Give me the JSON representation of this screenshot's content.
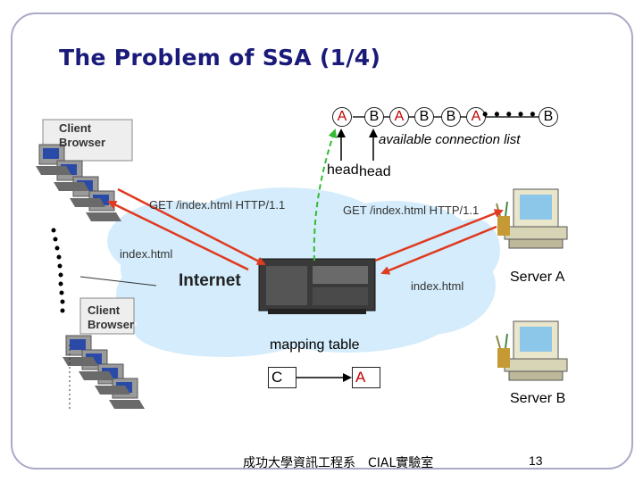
{
  "slide": {
    "title": "The Problem of SSA (1/4)",
    "footer_text": "成功大學資訊工程系　CIAL實驗室",
    "page_number": "13"
  },
  "connection_list": {
    "items": [
      "A",
      "B",
      "A",
      "B",
      "B",
      "A",
      "B"
    ],
    "ellipsis": "• • • • •",
    "caption": "available connection list",
    "head_label_1": "head",
    "head_label_2": "head"
  },
  "messages": {
    "client_request": "GET /index.html HTTP/1.1",
    "server_request": "GET /index.html HTTP/1.1",
    "client_response": "index.html",
    "server_response": "index.html"
  },
  "network": {
    "internet_label": "Internet",
    "client_label_top": "Client Browser",
    "client_label_bottom": "Client Browser"
  },
  "servers": {
    "server_a": "Server A",
    "server_b": "Server B"
  },
  "mapping": {
    "title": "mapping table",
    "left": "C",
    "right": "A"
  },
  "colors": {
    "title": "#1a1a7a",
    "arrow_red": "#e03a20",
    "pointer_green": "#33bb33",
    "cloud": "#d4ecfb",
    "item_a": "#c00000"
  }
}
